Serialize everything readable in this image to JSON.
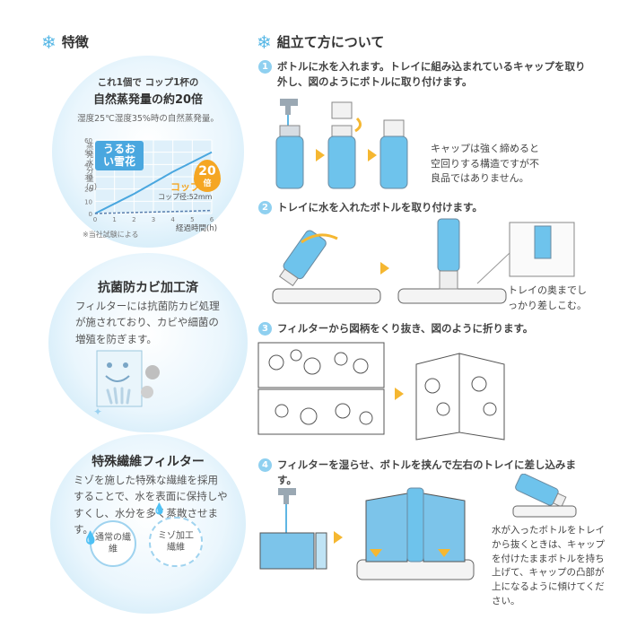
{
  "features": {
    "heading": "特徴",
    "evap": {
      "line1": "これ1個で コップ1杯の",
      "line2": "自然蒸発量の約20倍",
      "condition": "湿度25℃湿度35%時の自然蒸発量。",
      "ylabel": "蒸発水分量(g)",
      "xlabel": "経過時間(h)",
      "product_label": "うるおい雪花",
      "cup_label": "コップ",
      "cup_note": "コップ径:52mm",
      "multiplier_num": "20",
      "multiplier_unit": "倍",
      "source": "※当社試験による"
    },
    "antibac": {
      "title": "抗菌防カビ加工済",
      "body": "フィルターには抗菌防カビ処理が施されており、カビや細菌の増殖を防ぎます。"
    },
    "fiber": {
      "title": "特殊繊維フィルター",
      "body": "ミゾを施した特殊な繊維を採用することで、水を表面に保持しやすくし、水分を多く蒸散させます。",
      "normal": "通常の繊維",
      "groove": "ミゾ加工繊維"
    }
  },
  "assembly": {
    "heading": "組立て方について",
    "steps": [
      {
        "num": "1",
        "text": "ボトルに水を入れます。トレイに組み込まれているキャップを取り外し、図のようにボトルに取り付けます。"
      },
      {
        "num": "2",
        "text": "トレイに水を入れたボトルを取り付けます。"
      },
      {
        "num": "3",
        "text": "フィルターから図柄をくり抜き、図のように折ります。"
      },
      {
        "num": "4",
        "text": "フィルターを湿らせ、ボトルを挟んで左右のトレイに差し込みます。"
      }
    ],
    "note1": "キャップは強く締めると空回りする構造ですが不良品ではありません。",
    "note2": "トレイの奥までしっかり差しこむ。",
    "note4": "水が入ったボトルをトレイから抜くときは、キャップを付けたままボトルを持ち上げて、キャップの凸部が上になるように傾けてください。"
  },
  "chart_data": {
    "type": "line",
    "x": [
      0,
      1,
      2,
      3,
      4,
      5,
      6
    ],
    "series": [
      {
        "name": "うるおい雪花",
        "values": [
          0,
          8,
          16,
          25,
          34,
          42,
          50
        ]
      },
      {
        "name": "コップ",
        "values": [
          0,
          0.4,
          0.8,
          1.2,
          1.6,
          2.0,
          2.5
        ]
      }
    ],
    "xticks": [
      0,
      1,
      2,
      3,
      4,
      5,
      6
    ],
    "yticks": [
      0,
      10,
      20,
      30,
      40,
      50,
      60
    ],
    "xlim": [
      0,
      6
    ],
    "ylim": [
      0,
      60
    ],
    "ylabel": "蒸発水分量(g)",
    "xlabel": "経過時間(h)",
    "grid": true,
    "colors": {
      "product": "#4aa7df",
      "cup": "#5a7fae"
    }
  }
}
